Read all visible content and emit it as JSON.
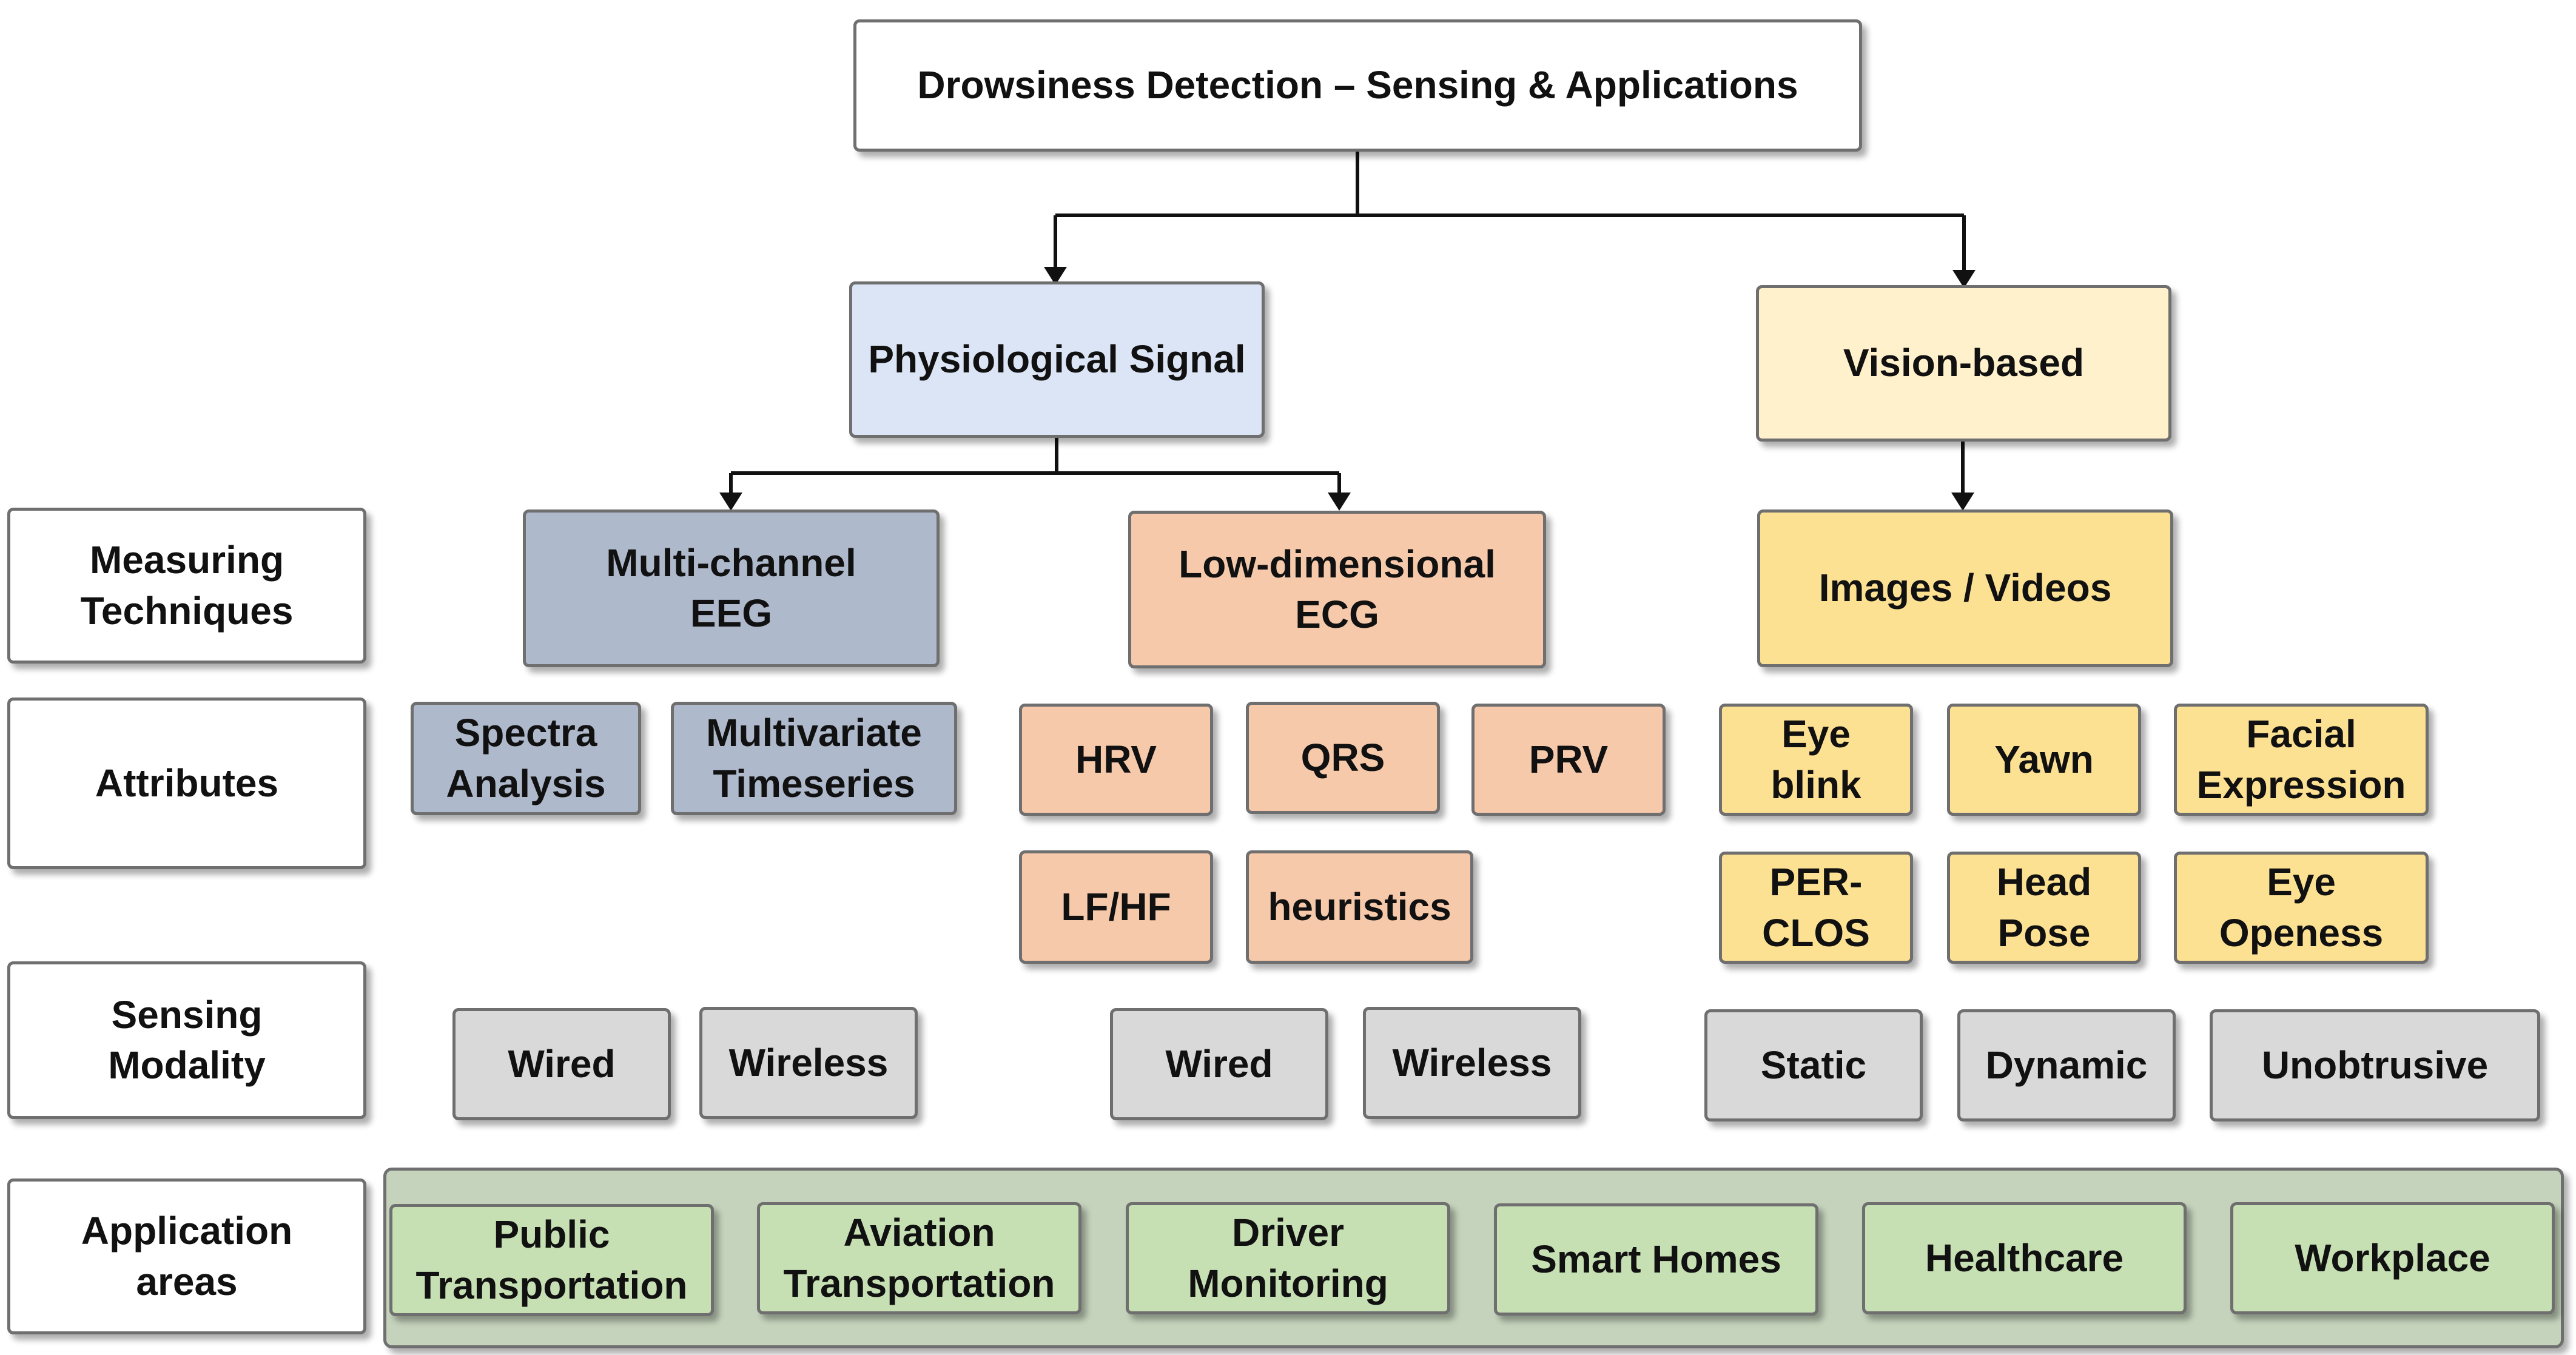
{
  "root": "Drowsiness Detection – Sensing & Applications",
  "categories": {
    "physiological": "Physiological Signal",
    "vision": "Vision-based"
  },
  "row_labels": {
    "measuring": "Measuring\nTechniques",
    "attributes": "Attributes",
    "sensing": "Sensing\nModality",
    "application": "Application\nareas"
  },
  "techniques": {
    "eeg": "Multi-channel\nEEG",
    "ecg": "Low-dimensional\nECG",
    "images": "Images / Videos"
  },
  "attributes": {
    "eeg": [
      "Spectra\nAnalysis",
      "Multivariate\nTimeseries"
    ],
    "ecg": [
      "HRV",
      "QRS",
      "PRV",
      "LF/HF",
      "heuristics"
    ],
    "vision": [
      "Eye\nblink",
      "Yawn",
      "Facial\nExpression",
      "PER-\nCLOS",
      "Head\nPose",
      "Eye\nOpeness"
    ]
  },
  "modalities": {
    "eeg": [
      "Wired",
      "Wireless"
    ],
    "ecg": [
      "Wired",
      "Wireless"
    ],
    "vision": [
      "Static",
      "Dynamic",
      "Unobtrusive"
    ]
  },
  "applications": [
    "Public\nTransportation",
    "Aviation\nTransportation",
    "Driver\nMonitoring",
    "Smart Homes",
    "Healthcare",
    "Workplace"
  ],
  "colors": {
    "root": "#ffffff",
    "physiological": "#dce5f5",
    "vision": "#fff1cc",
    "eeg": "#aeb9cc",
    "ecg": "#f6c9ab",
    "images": "#fde193",
    "modality": "#d9d9d9",
    "application": "#c6e0b4",
    "application_panel": "#c5d3bc",
    "border": "#6f6f6f",
    "connector": "#111111"
  }
}
